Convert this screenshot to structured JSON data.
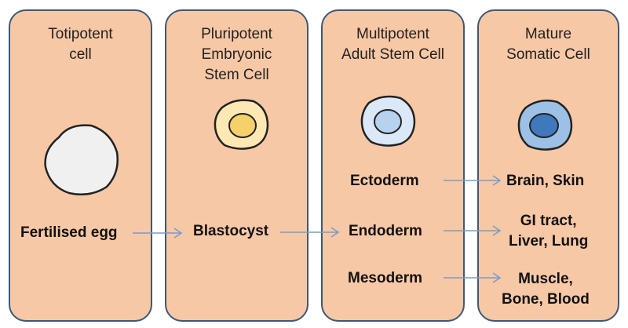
{
  "panels": [
    {
      "title": [
        "Totipotent",
        "cell"
      ]
    },
    {
      "title": [
        "Pluripotent",
        "Embryonic",
        "Stem Cell"
      ]
    },
    {
      "title": [
        "Multipotent",
        "Adult Stem Cell"
      ]
    },
    {
      "title": [
        "Mature",
        "Somatic Cell"
      ]
    }
  ],
  "labels": {
    "fertilised_egg": "Fertilised egg",
    "blastocyst": "Blastocyst",
    "ectoderm": "Ectoderm",
    "endoderm": "Endoderm",
    "mesoderm": "Mesoderm",
    "brain_skin": "Brain, Skin",
    "gi_line1": "GI tract,",
    "gi_line2": "Liver, Lung",
    "muscle_line1": "Muscle,",
    "muscle_line2": "Bone, Blood"
  },
  "colors": {
    "panel_fill": "#f7c8a6",
    "panel_border": "#3d5878",
    "arrow": "#7a9cc6",
    "egg_fill": "#f0f0f0",
    "embryonic_outer": "#fde8b4",
    "embryonic_inner": "#f6d06b",
    "adult_outer": "#dae8f7",
    "adult_inner": "#b7d2ef",
    "somatic_outer": "#9dc0e6",
    "somatic_inner": "#3f78bd"
  }
}
